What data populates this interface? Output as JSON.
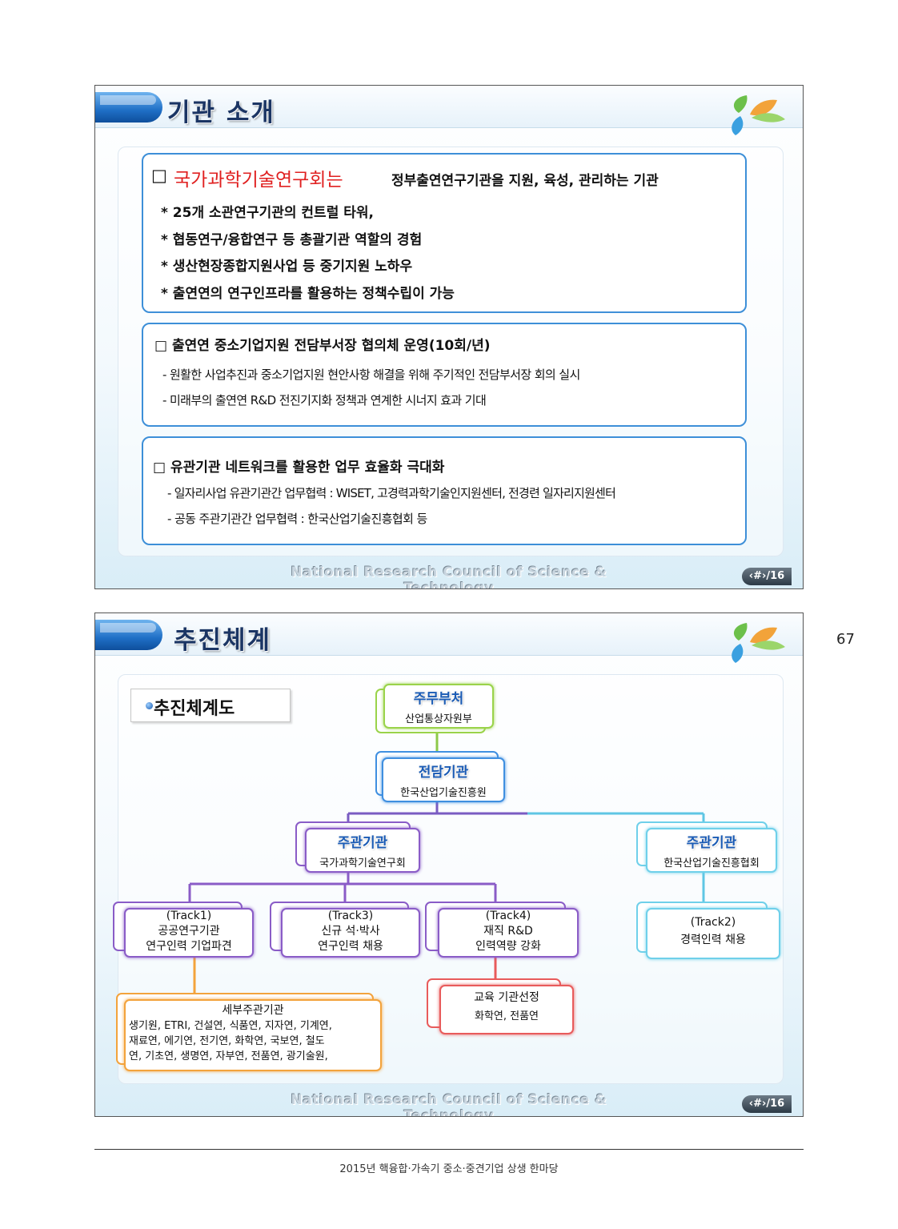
{
  "slide1": {
    "title": "기관 소개",
    "box1": {
      "checkbox": "□",
      "highlight": "국가과학기술연구회는",
      "rest": "정부출연연구기관을 지원, 육성, 관리하는 기관",
      "bullets": [
        "* 25개 소관연구기관의 컨트럴 타워,",
        "* 협동연구/융합연구 등 총괄기관 역할의 경험",
        "* 생산현장종합지원사업 등 중기지원 노하우",
        "* 출연연의 연구인프라를 활용하는 정책수립이 가능"
      ]
    },
    "box2": {
      "heading": "□ 출연연 중소기업지원 전담부서장 협의체 운영(10회/년)",
      "items": [
        "- 원활한 사업추진과 중소기업지원 현안사항 해결을 위해 주기적인 전담부서장 회의 실시",
        "- 미래부의 출연연 R&D 전진기지화 정책과 연계한 시너지 효과 기대"
      ]
    },
    "box3": {
      "heading": "□ 유관기관 네트워크를 활용한 업무 효율화 극대화",
      "items": [
        "- 일자리사업 유관기관간 업무협력 : WISET, 고경력과학기술인지원센터, 전경련 일자리지원센터",
        "- 공동 주관기관간 업무협력 : 한국산업기술진흥협회 등"
      ]
    },
    "footer": "National Research Council of Science & Technology",
    "page": "‹#›/16"
  },
  "slide2": {
    "title": "추진체계",
    "subtitle": "추진체계도",
    "org": {
      "ministry": {
        "title": "주무부처",
        "sub": "산업통상자원부"
      },
      "agency": {
        "title": "전담기관",
        "sub": "한국산업기술진흥원"
      },
      "lead1": {
        "title": "주관기관",
        "sub": "국가과학기술연구회"
      },
      "lead2": {
        "title": "주관기관",
        "sub": "한국산업기술진흥협회"
      },
      "track1": [
        "(Track1)",
        "공공연구기관",
        "연구인력 기업파견"
      ],
      "track3": [
        "(Track3)",
        "신규 석·박사",
        "연구인력 채용"
      ],
      "track4": [
        "(Track4)",
        "재직 R&D",
        "인력역량 강화"
      ],
      "track2": [
        "(Track2)",
        "경력인력 채용"
      ],
      "edu": {
        "title": "교육 기관선정",
        "sub": "화학연, 전품연"
      },
      "detail": {
        "title": "세부주관기관",
        "lines": [
          "생기원, ETRI, 건설연, 식품연, 지자연,  기계연,",
          "재료연, 에기연, 전기연, 화학연, 국보연, 철도",
          "연, 기초연, 생명연, 자부연, 전품연, 광기술원,"
        ]
      }
    },
    "footer": "National Research Council of Science & Technology",
    "page": "‹#›/16"
  },
  "page_number": "67",
  "footnote": "2015년 핵융합·가속기 중소·중견기업 상생 한마당",
  "colors": {
    "title_blue": "#1b3564",
    "box_border": "#3d8fd8",
    "highlight_red": "#e02020",
    "green_node": "#9ad34a",
    "blue_node": "#3f8fe0",
    "purple_node": "#8a5cc7",
    "cyan_node": "#6fd0ea",
    "orange_node": "#f3a33c",
    "red_node": "#e85b5b"
  }
}
